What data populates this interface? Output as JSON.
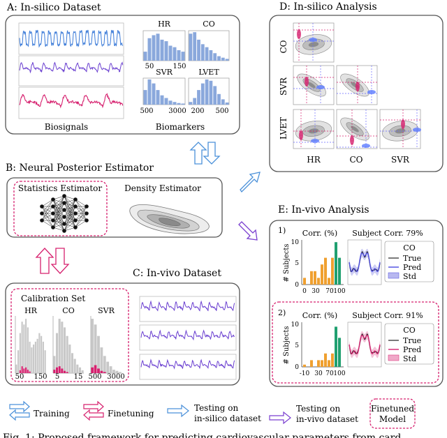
{
  "panels": {
    "a": {
      "title": "A: In-silico Dataset",
      "biosignals_label": "Biosignals",
      "biomarkers_label": "Biomarkers",
      "hists": [
        {
          "name": "HR",
          "ticks": [
            "50",
            "150"
          ]
        },
        {
          "name": "CO",
          "ticks": []
        },
        {
          "name": "SVR",
          "ticks": [
            "500",
            "3000"
          ]
        },
        {
          "name": "LVET",
          "ticks": [
            "200",
            "500"
          ]
        }
      ]
    },
    "b": {
      "title": "B: Neural Posterior Estimator",
      "stats_label": "Statistics Estimator",
      "density_label": "Density Estimator"
    },
    "c": {
      "title": "C: In-vivo Dataset",
      "calib_label": "Calibration Set",
      "hists": [
        {
          "name": "HR",
          "ticks": [
            "50",
            "150"
          ]
        },
        {
          "name": "CO",
          "ticks": [
            "5",
            "15"
          ]
        },
        {
          "name": "SVR",
          "ticks": [
            "500",
            "3000"
          ]
        }
      ]
    },
    "d": {
      "title": "D: In-silico Analysis",
      "row_labels": [
        "CO",
        "SVR",
        "LVET"
      ],
      "col_labels": [
        "HR",
        "CO",
        "SVR"
      ]
    },
    "e": {
      "title": "E: In-vivo Analysis",
      "rows": [
        {
          "index": "1)",
          "corr_title": "Corr. (%)",
          "subject_corr": "Subject Corr. 79%",
          "ylabel": "# Subjects",
          "yticks": [
            "10",
            "5",
            "0"
          ],
          "xticks": [
            "0",
            "30",
            "70",
            "100"
          ],
          "legend_title": "CO",
          "legend": [
            "True",
            "Pred",
            "Std"
          ]
        },
        {
          "index": "2)",
          "corr_title": "Corr. (%)",
          "subject_corr": "Subject Corr. 91%",
          "ylabel": "# Subjects",
          "yticks": [
            "10",
            "5",
            "0"
          ],
          "xticks": [
            "-10",
            "30",
            "70",
            "100"
          ],
          "legend_title": "CO",
          "legend": [
            "True",
            "Pred",
            "Std"
          ]
        }
      ]
    }
  },
  "legend": {
    "training": "Training",
    "finetuning": "Finetuning",
    "testing_insilico_1": "Testing on",
    "testing_insilico_2": "in-silico dataset",
    "testing_invivo_1": "Testing on",
    "testing_invivo_2": "in-vivo dataset",
    "finetuned_1": "Finetuned",
    "finetuned_2": "Model"
  },
  "caption": "Fig. 1: Proposed framework for predicting cardiovascular parameters from card",
  "colors": {
    "blue_signal": "#3a7ad8",
    "purple_signal": "#6a3fd0",
    "magenta_signal": "#d6206e",
    "gray_hist": "#8aa8dc",
    "orange_bar": "#f0a030",
    "green_bar": "#20a070",
    "pink_dash": "#d6206e",
    "light_blue_arrow": "#4a90d9",
    "purple_arrow": "#7a3fd0"
  }
}
